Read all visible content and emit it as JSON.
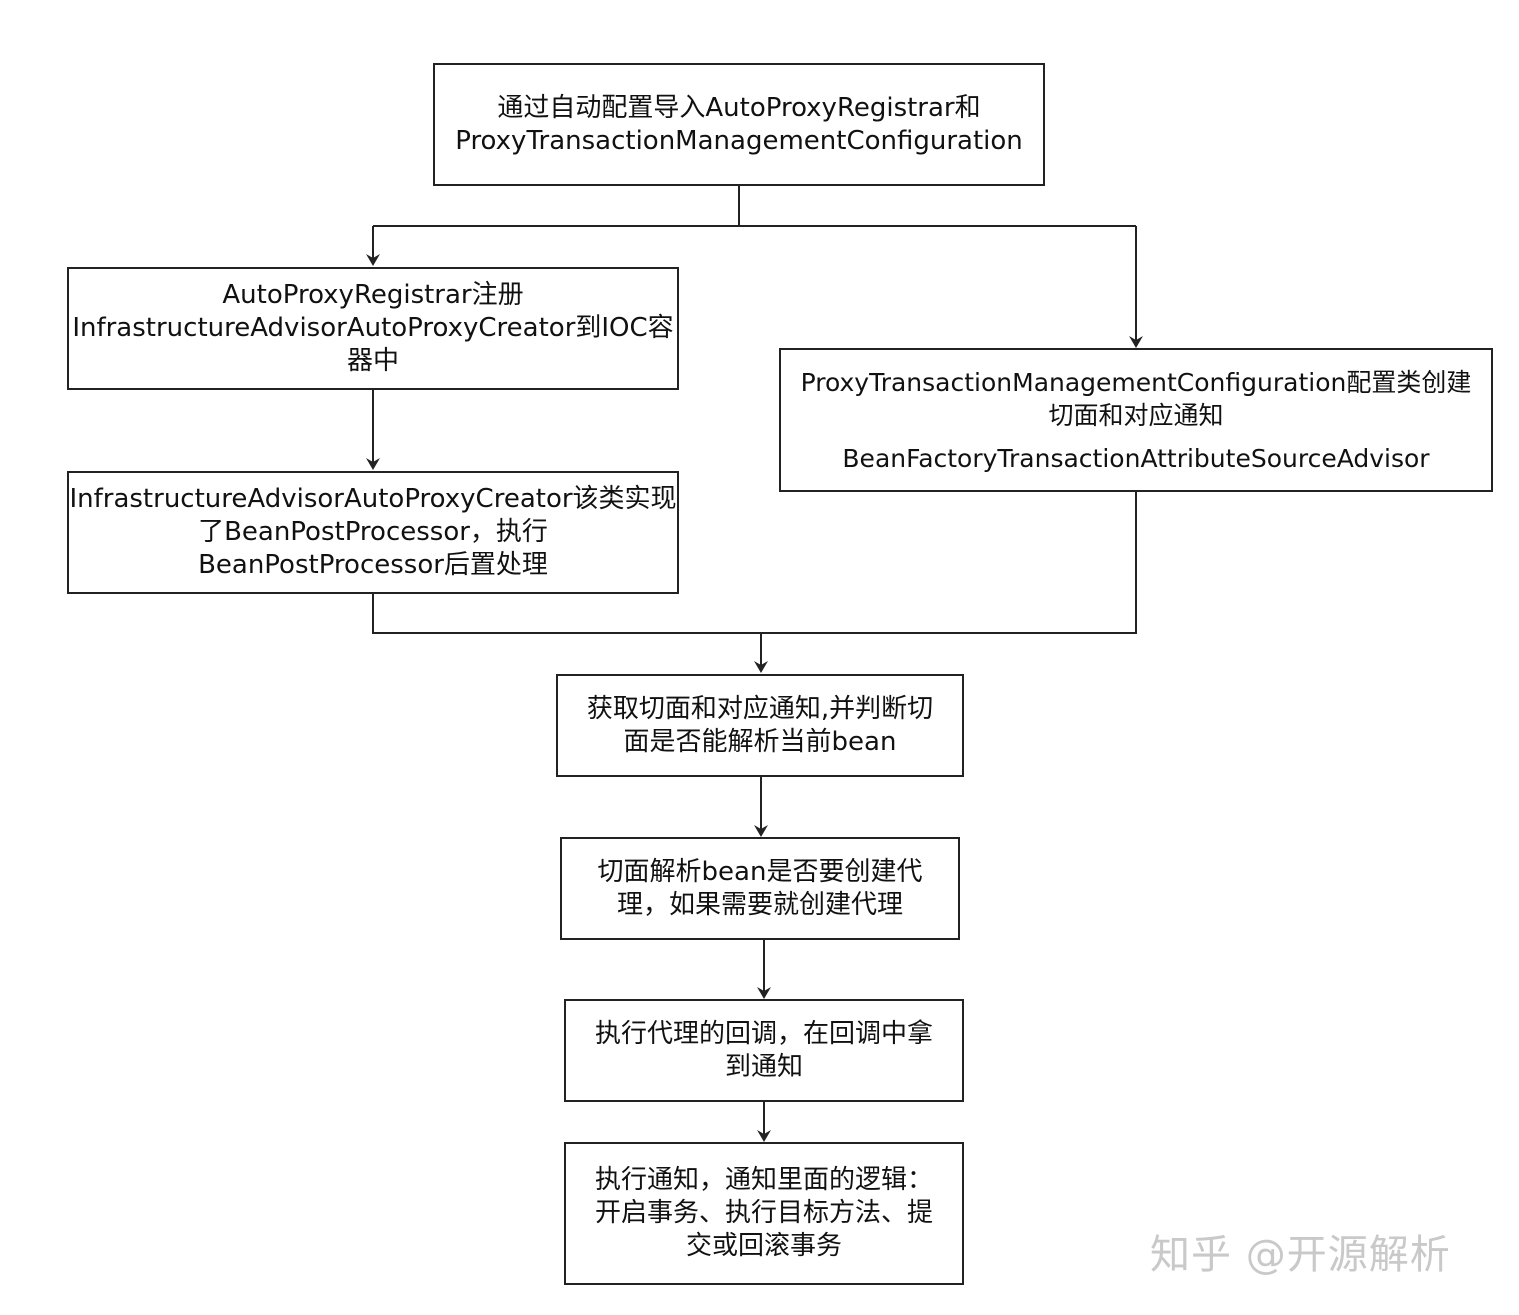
{
  "nodes": {
    "n1": {
      "line1": "通过自动配置导入AutoProxyRegistrar和",
      "line2": "ProxyTransactionManagementConfiguration"
    },
    "n2": {
      "line1": "AutoProxyRegistrar注册",
      "line2": "InfrastructureAdvisorAutoProxyCreator到IOC容",
      "line3": "器中"
    },
    "n3": {
      "line1": "InfrastructureAdvisorAutoProxyCreator该类实现",
      "line2": "了BeanPostProcessor，执行",
      "line3": "BeanPostProcessor后置处理"
    },
    "n4": {
      "line1": "ProxyTransactionManagementConfiguration配置类创建",
      "line2": "切面和对应通知",
      "line3": "BeanFactoryTransactionAttributeSourceAdvisor"
    },
    "n5": {
      "line1": "获取切面和对应通知,并判断切",
      "line2": "面是否能解析当前bean"
    },
    "n6": {
      "line1": "切面解析bean是否要创建代",
      "line2": "理，如果需要就创建代理"
    },
    "n7": {
      "line1": "执行代理的回调，在回调中拿",
      "line2": "到通知"
    },
    "n8": {
      "line1": "执行通知，通知里面的逻辑：",
      "line2": "开启事务、执行目标方法、提",
      "line3": "交或回滚事务"
    }
  },
  "watermark": "知乎 @开源解析",
  "colors": {
    "stroke": "#222222",
    "background": "#ffffff",
    "watermark": "#c9c9c9"
  }
}
